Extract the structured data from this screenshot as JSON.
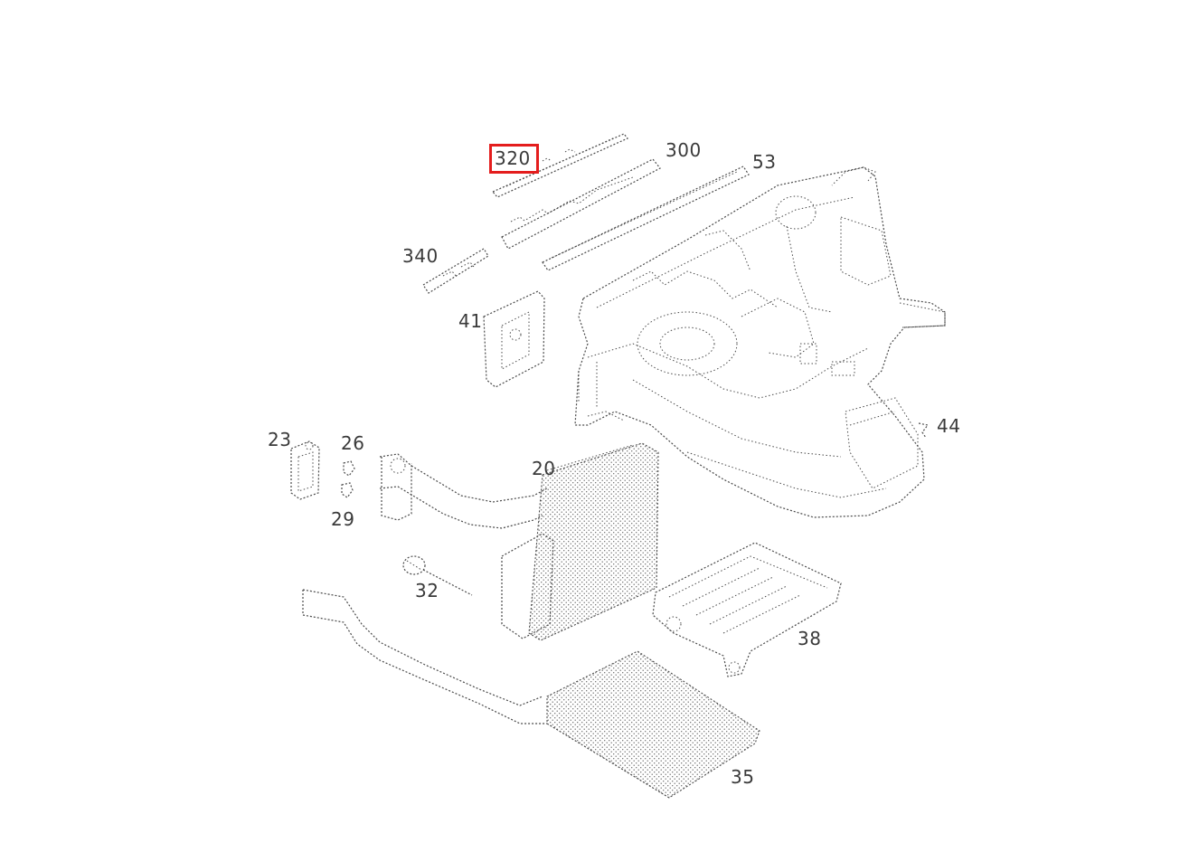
{
  "diagram": {
    "highlighted_part": "320",
    "highlight_color": "#e41d1d",
    "line_color": "#4a4a4a",
    "labels": {
      "p320": "320",
      "p300": "300",
      "p53": "53",
      "p340": "340",
      "p41": "41",
      "p44": "44",
      "p23": "23",
      "p26": "26",
      "p29": "29",
      "p20": "20",
      "p32": "32",
      "p38": "38",
      "p35": "35"
    }
  }
}
